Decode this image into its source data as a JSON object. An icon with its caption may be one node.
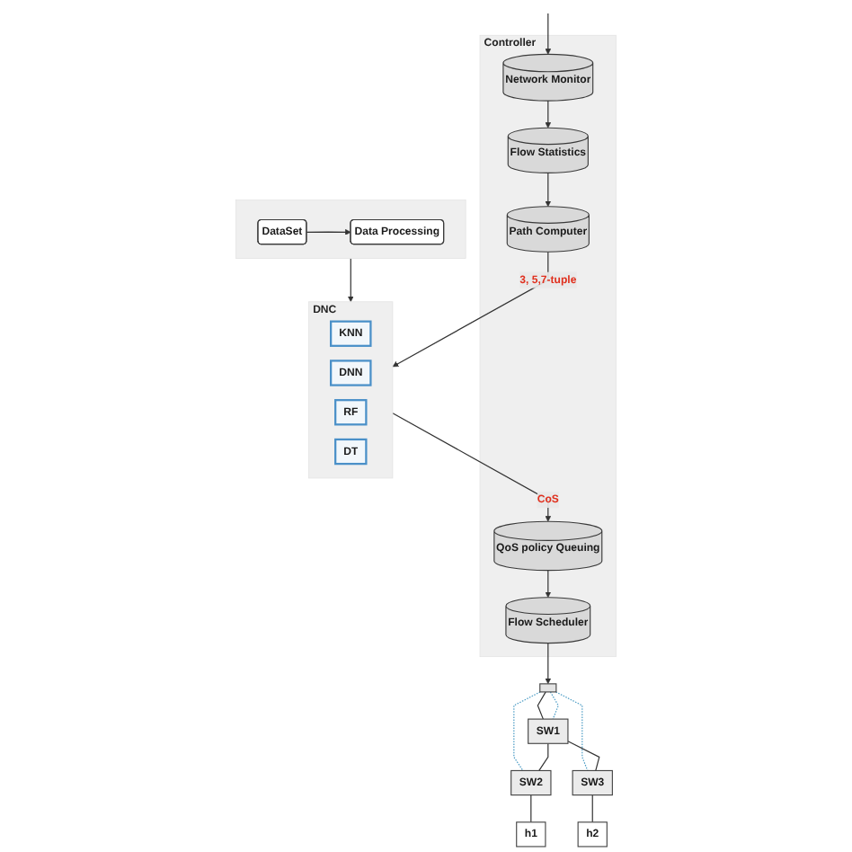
{
  "diagram": {
    "nodes": [
      {
        "text": [
          "Controller"
        ]
      },
      {
        "text": [
          "Flow Statistics"
        ],
        "in": 0
      },
      {
        "text": [
          "Path Computer"
        ],
        "in": 0
      },
      {
        "text": [
          "Network Monitor"
        ],
        "in": 0
      },
      {
        "text": [
          "Flow Scheduler"
        ],
        "in": 0
      },
      {
        "text": [
          "QoS policy Queuing"
        ],
        "in": 0
      },
      {
        "text": [],
        "shape": "box"
      },
      {
        "text": [
          "DataSet"
        ],
        "in": 6
      },
      {
        "text": [
          "Data Processing"
        ],
        "in": 6
      },
      {
        "text": [
          "DNC"
        ]
      },
      {
        "text": [
          "KNN"
        ],
        "in": 9
      },
      {
        "text": [
          "DNN"
        ],
        "in": 9
      },
      {
        "text": [
          "RF"
        ],
        "in": 9
      },
      {
        "text": [
          "DT"
        ],
        "in": 9
      },
      {
        "text": [],
        "shape": "box"
      },
      {
        "text": [
          "SW1"
        ]
      },
      {
        "text": [
          "SW2"
        ]
      },
      {
        "text": [
          "SW3"
        ]
      },
      {
        "text": [
          "h1"
        ]
      },
      {
        "text": [
          "h2"
        ]
      }
    ],
    "edges": [
      {
        "from": 1,
        "to": 2,
        "arrow": "to"
      },
      {
        "from": 3,
        "to": 1,
        "arrow": "to"
      },
      {
        "from": null,
        "to": 3,
        "arrow": "to"
      },
      {
        "from": 2,
        "to": 9,
        "arrow": "to",
        "label": "3, 5,7-tuple"
      },
      {
        "from": 9,
        "to": 5,
        "arrow": "to",
        "label": "CoS"
      },
      {
        "from": 5,
        "to": 4,
        "arrow": "to"
      },
      {
        "from": 4,
        "to": 14,
        "arrow": "to"
      },
      {
        "from": 7,
        "to": 8,
        "arrow": "to"
      },
      {
        "from": 6,
        "to": 9,
        "arrow": "to"
      },
      {
        "from": 14,
        "to": 15,
        "arrow": "none"
      },
      {
        "from": 14,
        "to": 16,
        "arrow": "none",
        "style": "dashed",
        "color": "#4a9bc4"
      },
      {
        "from": 14,
        "to": 15,
        "arrow": "none",
        "style": "dashed",
        "color": "#4a9bc4"
      },
      {
        "from": 14,
        "to": 17,
        "arrow": "none",
        "style": "dashed",
        "color": "#4a9bc4"
      },
      {
        "from": 15,
        "to": 16,
        "arrow": "none"
      },
      {
        "from": 15,
        "to": 17,
        "arrow": "none"
      },
      {
        "from": 16,
        "to": 18,
        "arrow": "none"
      },
      {
        "from": 17,
        "to": 19,
        "arrow": "none"
      }
    ]
  }
}
